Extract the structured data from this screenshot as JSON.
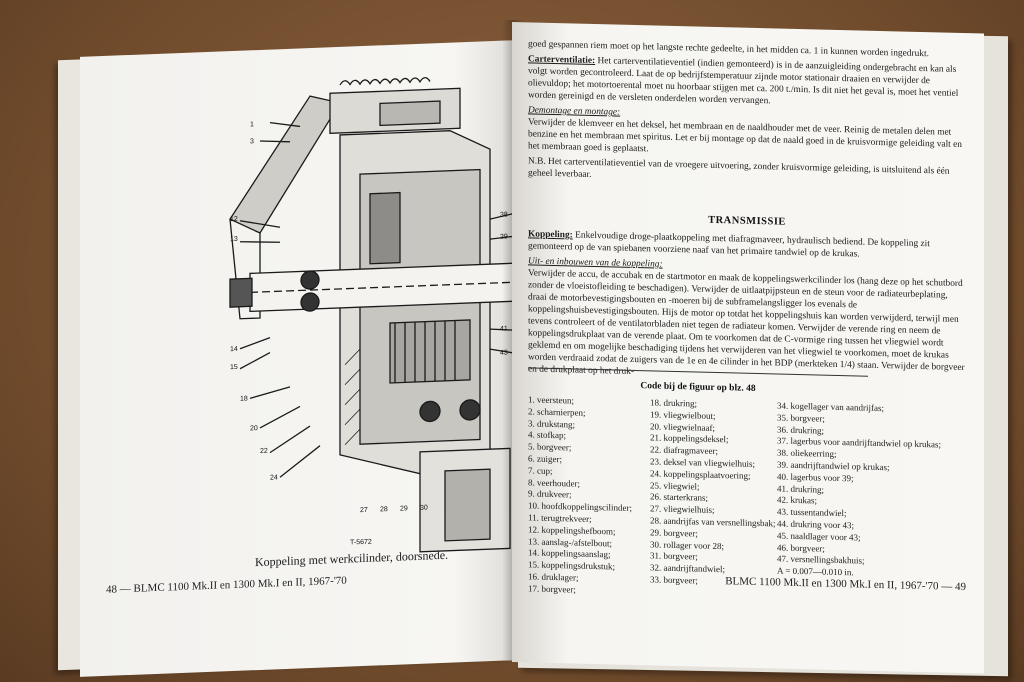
{
  "left_page": {
    "caption": "Koppeling met werkcilinder, doorsnede.",
    "footer": "48 — BLMC 1100 Mk.II en 1300 Mk.I en II, 1967-'70",
    "figure_code": "T-5672"
  },
  "right_page": {
    "p1": "goed gespannen riem moet op het langste rechte gedeelte, in het midden ca. 1 in kunnen worden ingedrukt.",
    "p2_label": "Carterventilatie:",
    "p2": "Het carterventilatieventiel (indien gemonteerd) is in de aanzuigleiding ondergebracht en kan als volgt worden gecontroleerd. Laat de op bedrijfstemperatuur zijnde motor stationair draaien en verwijder de olievuldop; het motortoerental moet nu hoorbaar stijgen met ca. 200 t./min. Is dit niet het geval is, moet het ventiel worden gereinigd en de versleten onderdelen worden vervangen.",
    "p3_label": "Demontage en montage:",
    "p3": "Verwijder de klemveer en het deksel, het membraan en de naaldhouder met de veer. Reinig de metalen delen met benzine en het membraan met spiritus. Let er bij montage op dat de naald goed in de kruisvormige geleiding valt en het membraan goed is geplaatst.",
    "p4": "N.B. Het carterventilatieventiel van de vroegere uitvoering, zonder kruisvormige geleiding, is uitsluitend als één geheel leverbaar.",
    "heading": "TRANSMISSIE",
    "p5_label": "Koppeling:",
    "p5": "Enkelvoudige droge-plaatkoppeling met diafragmaveer, hydraulisch bediend. De koppeling zit gemonteerd op de van spiebanen voorziene naaf van het primaire tandwiel op de krukas.",
    "p6_label": "Uit- en inbouwen van de koppeling:",
    "p6": "Verwijder de accu, de accubak en de startmotor en maak de koppelingswerkcilinder los (hang deze op het schutbord zonder de vloeistofleiding te beschadigen). Verwijder de uitlaatpijpsteun en de steun voor de radiateurbeplating, draai de motorbevestigingsbouten en -moeren bij de subframelangsligger los evenals de koppelingshuisbevestigingsbouten. Hijs de motor op totdat het koppelingshuis kan worden verwijderd, terwijl men tevens controleert of de ventilatorbladen niet tegen de radiateur komen. Verwijder de verende ring en neem de koppelingsdrukplaat van de verende plaat. Om te voorkomen dat de C-vormige ring tussen het vliegwiel wordt geklemd en om mogelijke beschadiging tijdens het verwijderen van het vliegwiel te voorkomen, moet de krukas worden verdraaid zodat de zuigers van de 1e en 4e cilinder in het BDP (merkteken 1/4) staan. Verwijder de borgveer en de drukplaat op het druk-",
    "code_title": "Code bij de figuur op blz. 48",
    "codes_col1": [
      "1. veersteun;",
      "2. scharnierpen;",
      "3. drukstang;",
      "4. stofkap;",
      "5. borgveer;",
      "6. zuiger;",
      "7. cup;",
      "8. veerhouder;",
      "9. drukveer;",
      "10. hoofdkoppelingscilinder;",
      "11. terugtrekveer;",
      "12. koppelingshefboom;",
      "13. aanslag-/afstelbout;",
      "14. koppelingsaanslag;",
      "15. koppelingsdrukstuk;",
      "16. druklager;",
      "17. borgveer;"
    ],
    "codes_col2": [
      "18. drukring;",
      "19. vliegwielbout;",
      "20. vliegwielnaaf;",
      "21. koppelingsdeksel;",
      "22. diafragmaveer;",
      "23. deksel van vliegwielhuis;",
      "24. koppelingsplaatvoering;",
      "25. vliegwiel;",
      "26. starterkrans;",
      "27. vliegwielhuis;",
      "28. aandrijfas van versnellingsbak;",
      "29. borgveer;",
      "30. rollager voor 28;",
      "31. borgveer;",
      "32. aandrijftandwiel;",
      "33. borgveer;"
    ],
    "codes_col3": [
      "34. kogellager van aandrijfas;",
      "35. borgveer;",
      "36. drukring;",
      "37. lagerbus voor aandrijftandwiel op krukas;",
      "38. oliekeerring;",
      "39. aandrijftandwiel op krukas;",
      "40. lagerbus voor 39;",
      "41. drukring;",
      "42. krukas;",
      "43. tussentandwiel;",
      "44. drukring voor 43;",
      "45. naaldlager voor 43;",
      "46. borgveer;",
      "47. versnellingsbakhuis;",
      "A = 0.007—0.010 in."
    ],
    "footer": "BLMC 1100 Mk.II en 1300 Mk.I en II, 1967-'70 — 49"
  }
}
